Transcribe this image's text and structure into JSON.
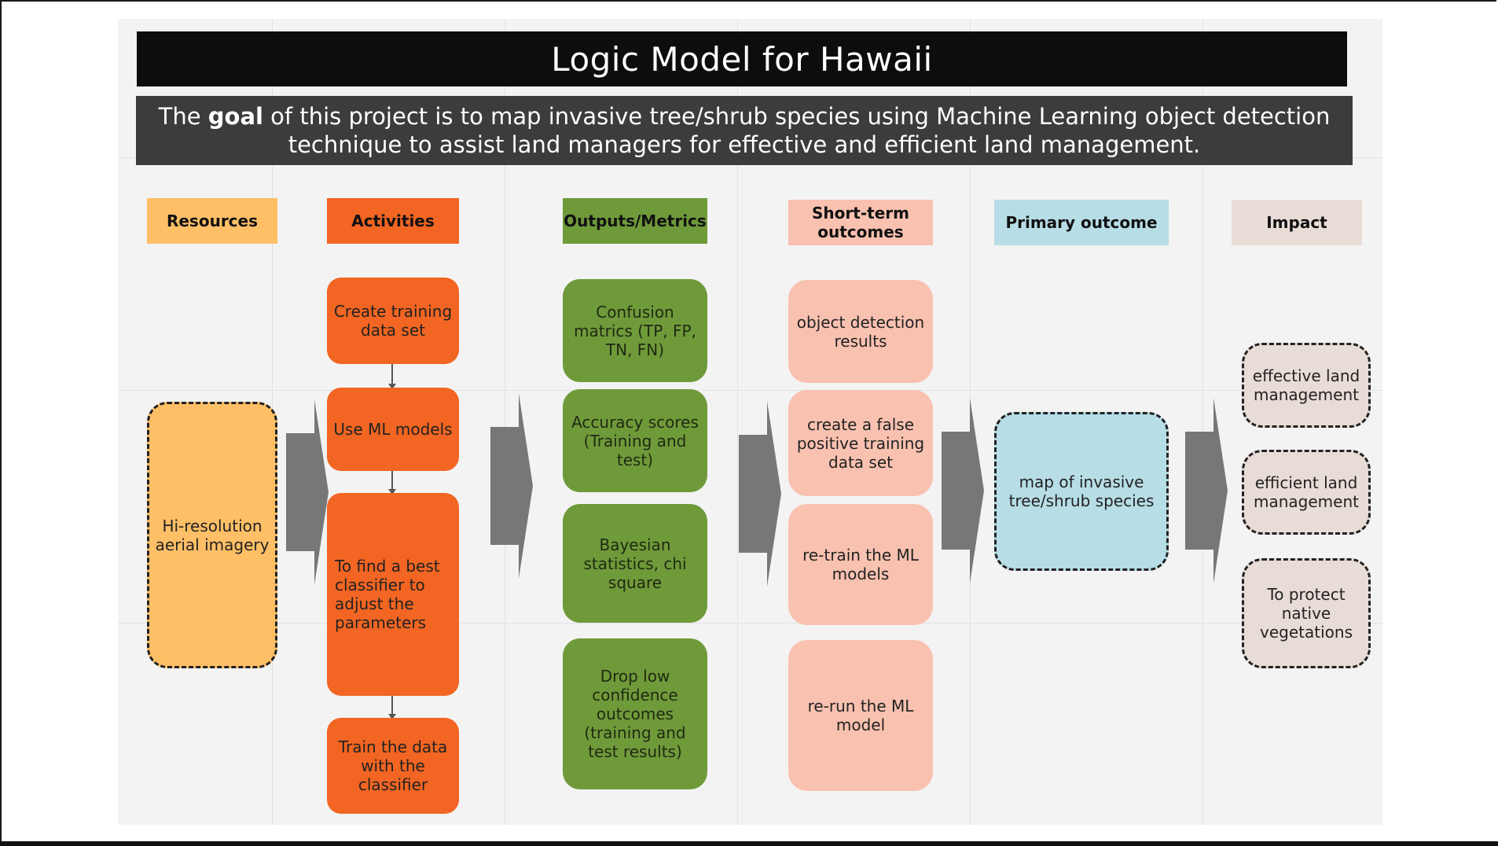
{
  "title": "Logic Model for Hawaii",
  "goal": {
    "prefix": "The ",
    "bold": "goal",
    "line1_rest": " of this project is to map invasive tree/shrub species using Machine Learning object detection",
    "line2": "technique to assist land managers for effective and efficient land management."
  },
  "headers": {
    "resources": "Resources",
    "activities": "Activities",
    "outputs": "Outputs/Metrics",
    "short_term_line1": "Short-term",
    "short_term_line2": "outcomes",
    "primary": "Primary outcome",
    "impact": "Impact"
  },
  "colors": {
    "resources": "#ffbf66",
    "activities": "#f26522",
    "outputs": "#6f9a3a",
    "short_term": "#f9c1b0",
    "primary": "#b7dde6",
    "impact": "#e8dcd6",
    "arrow": "#777777"
  },
  "resources": [
    "Hi-resolution aerial imagery"
  ],
  "activities": [
    "Create training data set",
    "Use ML models",
    "To find a best classifier to adjust the parameters",
    "Train the data with the classifier"
  ],
  "outputs": [
    "Confusion matrics (TP, FP, TN, FN)",
    "Accuracy scores (Training and test)",
    "Bayesian statistics, chi square",
    "Drop low confidence outcomes (training and test results)"
  ],
  "short_term": [
    "object detection results",
    "create a false positive training data set",
    "re-train the ML models",
    "re-run the ML model"
  ],
  "primary": [
    "map of invasive tree/shrub species"
  ],
  "impact": [
    "effective land management",
    "efficient land management",
    "To protect native vegetations"
  ]
}
